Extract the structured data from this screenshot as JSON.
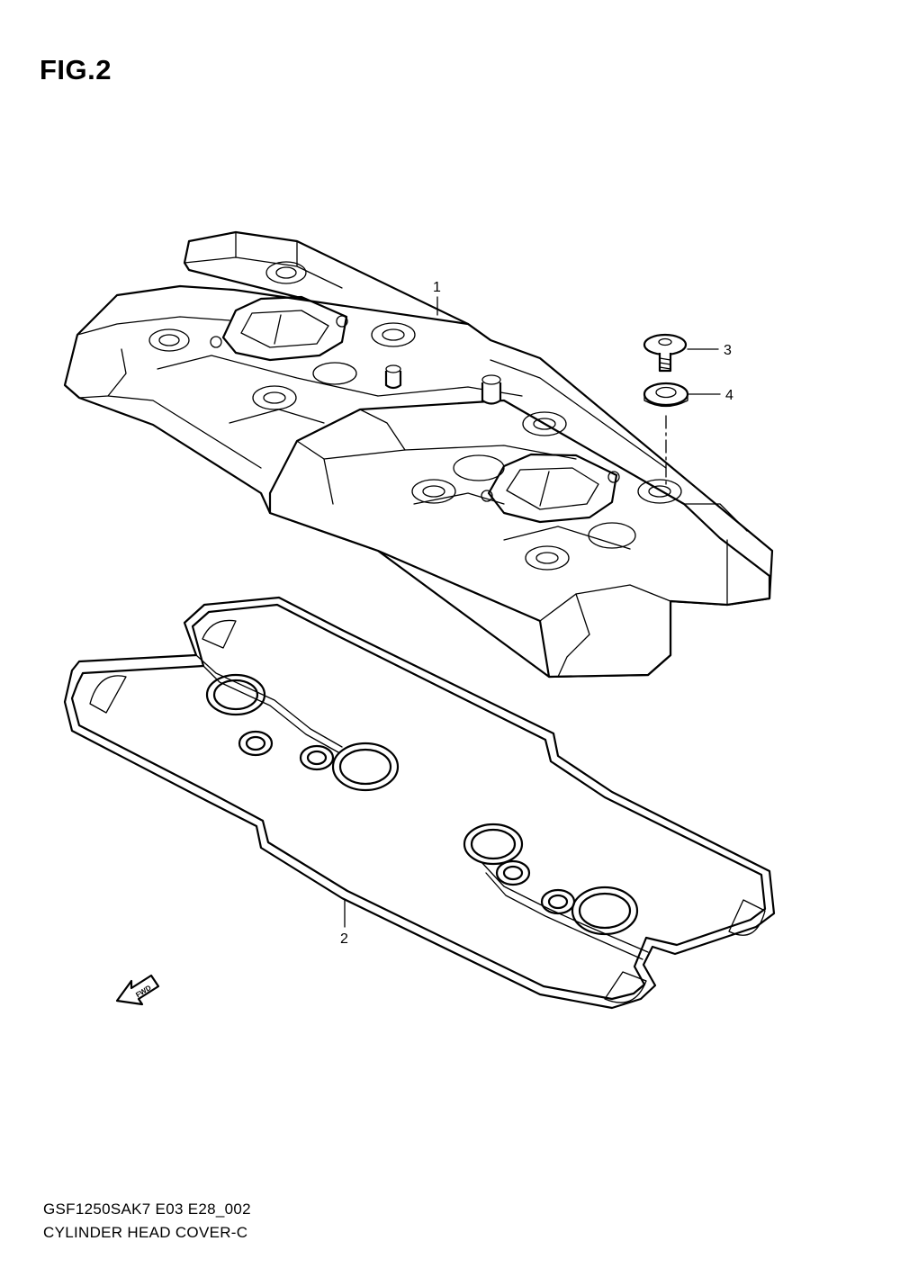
{
  "figure": {
    "title": "FIG.2",
    "model_code": "GSF1250SAK7 E03 E28_002",
    "part_group": "CYLINDER HEAD COVER-C",
    "fwd_label": "FWD"
  },
  "callouts": [
    {
      "number": "1"
    },
    {
      "number": "2"
    },
    {
      "number": "3"
    },
    {
      "number": "4"
    }
  ]
}
